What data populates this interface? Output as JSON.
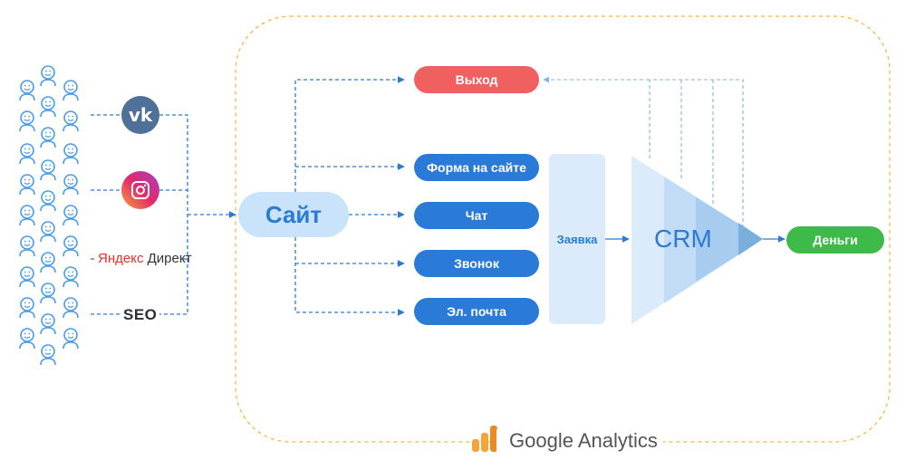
{
  "sources": {
    "vk_icon": "vk-logo",
    "instagram_icon": "instagram-logo",
    "yandex_part1": "Яндекс",
    "yandex_part2": "Директ",
    "seo": "SEO"
  },
  "site_label": "Сайт",
  "exit_label": "Выход",
  "channels": [
    "Форма на сайте",
    "Чат",
    "Звонок",
    "Эл. почта"
  ],
  "request_label": "Заявка",
  "crm_label": "CRM",
  "money_label": "Деньги",
  "analytics_label": "Google Analytics",
  "colors": {
    "blue": "#2a7ad8",
    "light_blue": "#c9e3fb",
    "red": "#f06060",
    "green": "#3dba4a",
    "orange": "#f7b23b"
  }
}
